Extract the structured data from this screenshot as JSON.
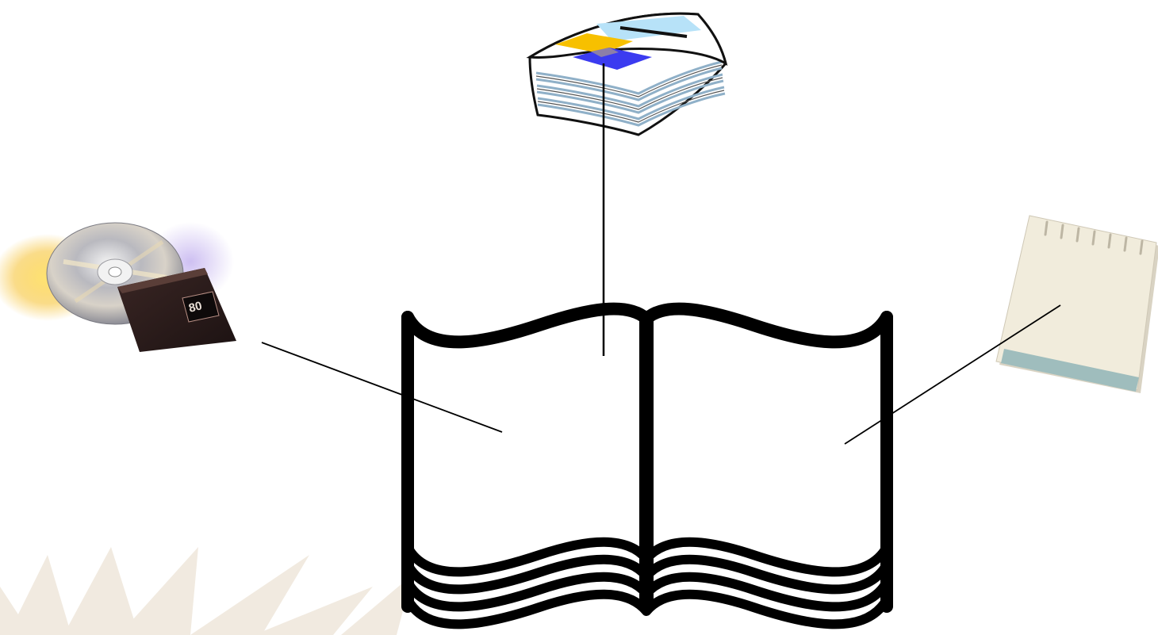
{
  "slide": {
    "background_color": "#ffffff",
    "sunburst_color": "#f1eae0"
  },
  "cd_media": {
    "icon": "cd-and-minidisc-icon",
    "label_text": "80"
  },
  "newspaper": {
    "icon": "newspaper-stack-icon",
    "accent_colors": [
      "#b7e2f8",
      "#f7c000",
      "#3b3bf0"
    ]
  },
  "notepad": {
    "icon": "notepad-icon",
    "paper_color": "#f1ecdc",
    "base_color": "#9fbdbd"
  },
  "book": {
    "icon": "open-book-icon",
    "stroke_color": "#000000"
  },
  "connectors": [
    {
      "from": "newspaper",
      "to": "book"
    },
    {
      "from": "cd_media",
      "to": "book"
    },
    {
      "from": "notepad",
      "to": "book"
    }
  ]
}
